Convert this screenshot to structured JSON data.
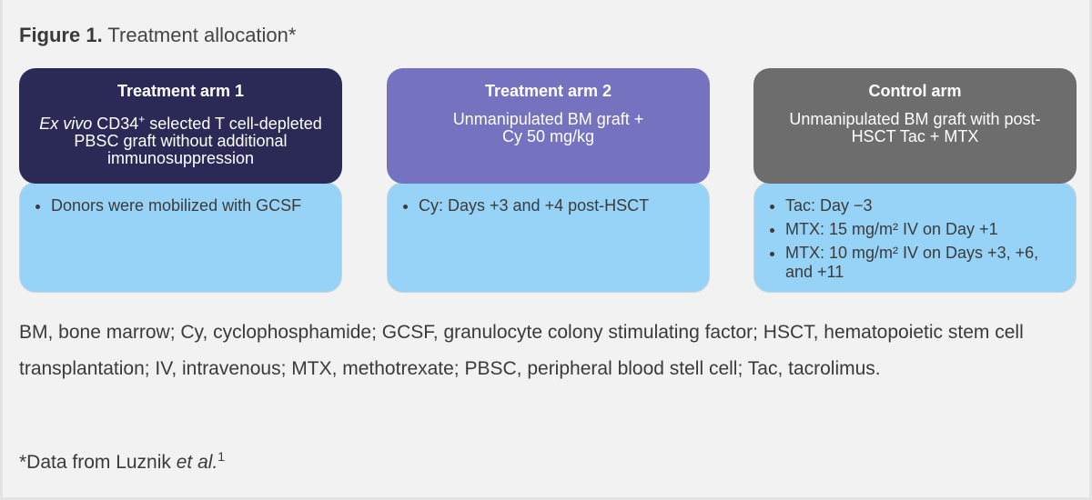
{
  "figure": {
    "caption_label": "Figure 1.",
    "caption_text": " Treatment allocation*"
  },
  "arms": [
    {
      "title": "Treatment arm 1",
      "desc_italic": "Ex vivo",
      "desc_a": " CD34",
      "desc_sup": "+",
      "desc_b": " selected T cell-depleted PBSC graft without additional immunosuppression",
      "header_color": "#2b2a57",
      "bullets": [
        "Donors were mobilized with GCSF"
      ]
    },
    {
      "title": "Treatment arm 2",
      "desc": "Unmanipulated BM graft + Cy 50 mg/kg",
      "header_color": "#7572bf",
      "bullets": [
        "Cy: Days +3 and +4 post-HSCT"
      ]
    },
    {
      "title": "Control arm",
      "desc": "Unmanipulated BM graft with post-HSCT Tac + MTX",
      "header_color": "#6d6d6d",
      "bullets": [
        "Tac: Day −3",
        "MTX: 15 mg/m² IV on Day +1",
        "MTX: 10 mg/m² IV on Days +3, +6, and +11"
      ]
    }
  ],
  "body_color": "#97d3f7",
  "abbreviations": "BM, bone marrow; Cy, cyclophosphamide; GCSF, granulocyte colony stimulating factor; HSCT, hematopoietic stem cell transplantation; IV, intravenous; MTX, methotrexate; PBSC, peripheral blood stell cell; Tac, tacrolimus.",
  "source": {
    "text": "*Data from Luznik ",
    "italic": "et al.",
    "sup": "1"
  }
}
